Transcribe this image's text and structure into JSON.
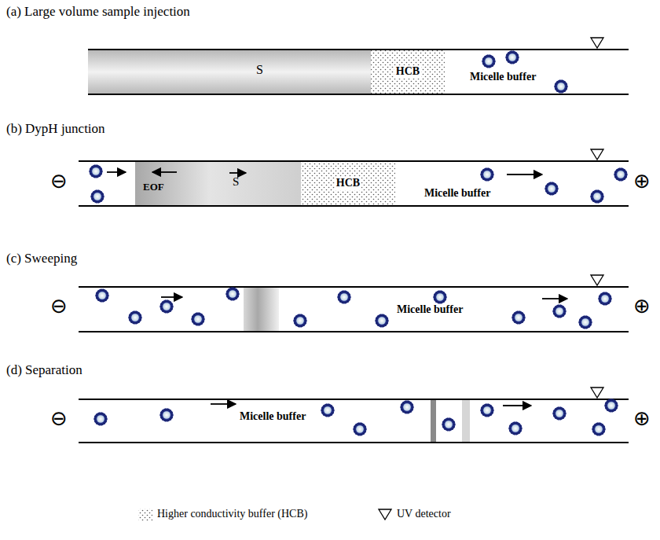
{
  "diagram": {
    "nodes": [
      {
        "text": [
          "S"
        ]
      },
      {
        "text": [
          "HCB"
        ]
      },
      {
        "text": [
          "EOF",
          "S"
        ]
      },
      {
        "text": [
          "HCB"
        ]
      }
    ],
    "labels": [
      "(a) Large volume sample injection",
      "Micelle buffer",
      "(b) DypH junction",
      "⊖",
      "Micelle buffer",
      "⊕",
      "(c) Sweeping",
      "⊖",
      "Micelle buffer",
      "⊕",
      "(d) Separation",
      "⊖",
      "Micelle buffer",
      "⊕"
    ],
    "legend": [
      {
        "text": "Higher conductivity buffer (HCB)"
      },
      {
        "text": "UV detector"
      }
    ]
  }
}
